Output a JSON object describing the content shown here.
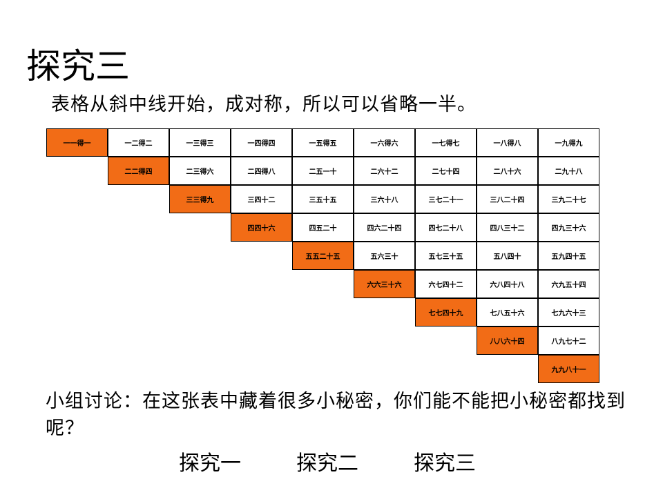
{
  "slide": {
    "title": "探究三",
    "subtitle": "表格从斜中线开始，成对称，所以可以省略一半。",
    "discussion": "小组讨论：在这张表中藏着很多小秘密，你们能不能把小秘密都找到呢？",
    "accent_color": "#f26c16"
  },
  "table": {
    "rows": [
      [
        "一一得一",
        "一二得二",
        "一三得三",
        "一四得四",
        "一五得五",
        "一六得六",
        "一七得七",
        "一八得八",
        "一九得九"
      ],
      [
        "二二得四",
        "二三得六",
        "二四得八",
        "二五一十",
        "二六十二",
        "二七十四",
        "二八十六",
        "二九十八"
      ],
      [
        "三三得九",
        "三四十二",
        "三五十五",
        "三六十八",
        "三七二十一",
        "三八二十四",
        "三九二十七"
      ],
      [
        "四四十六",
        "四五二十",
        "四六二十四",
        "四七二十八",
        "四八三十二",
        "四九三十六"
      ],
      [
        "五五二十五",
        "五六三十",
        "五七三十五",
        "五八四十",
        "五九四十五"
      ],
      [
        "六六三十六",
        "六七四十二",
        "六八四十八",
        "六九五十四"
      ],
      [
        "七七四十九",
        "七八五十六",
        "七九六十三"
      ],
      [
        "八八六十四",
        "八九七十二"
      ],
      [
        "九九八十一"
      ]
    ]
  },
  "nav": {
    "links": [
      "探究一",
      "探究二",
      "探究三"
    ]
  }
}
